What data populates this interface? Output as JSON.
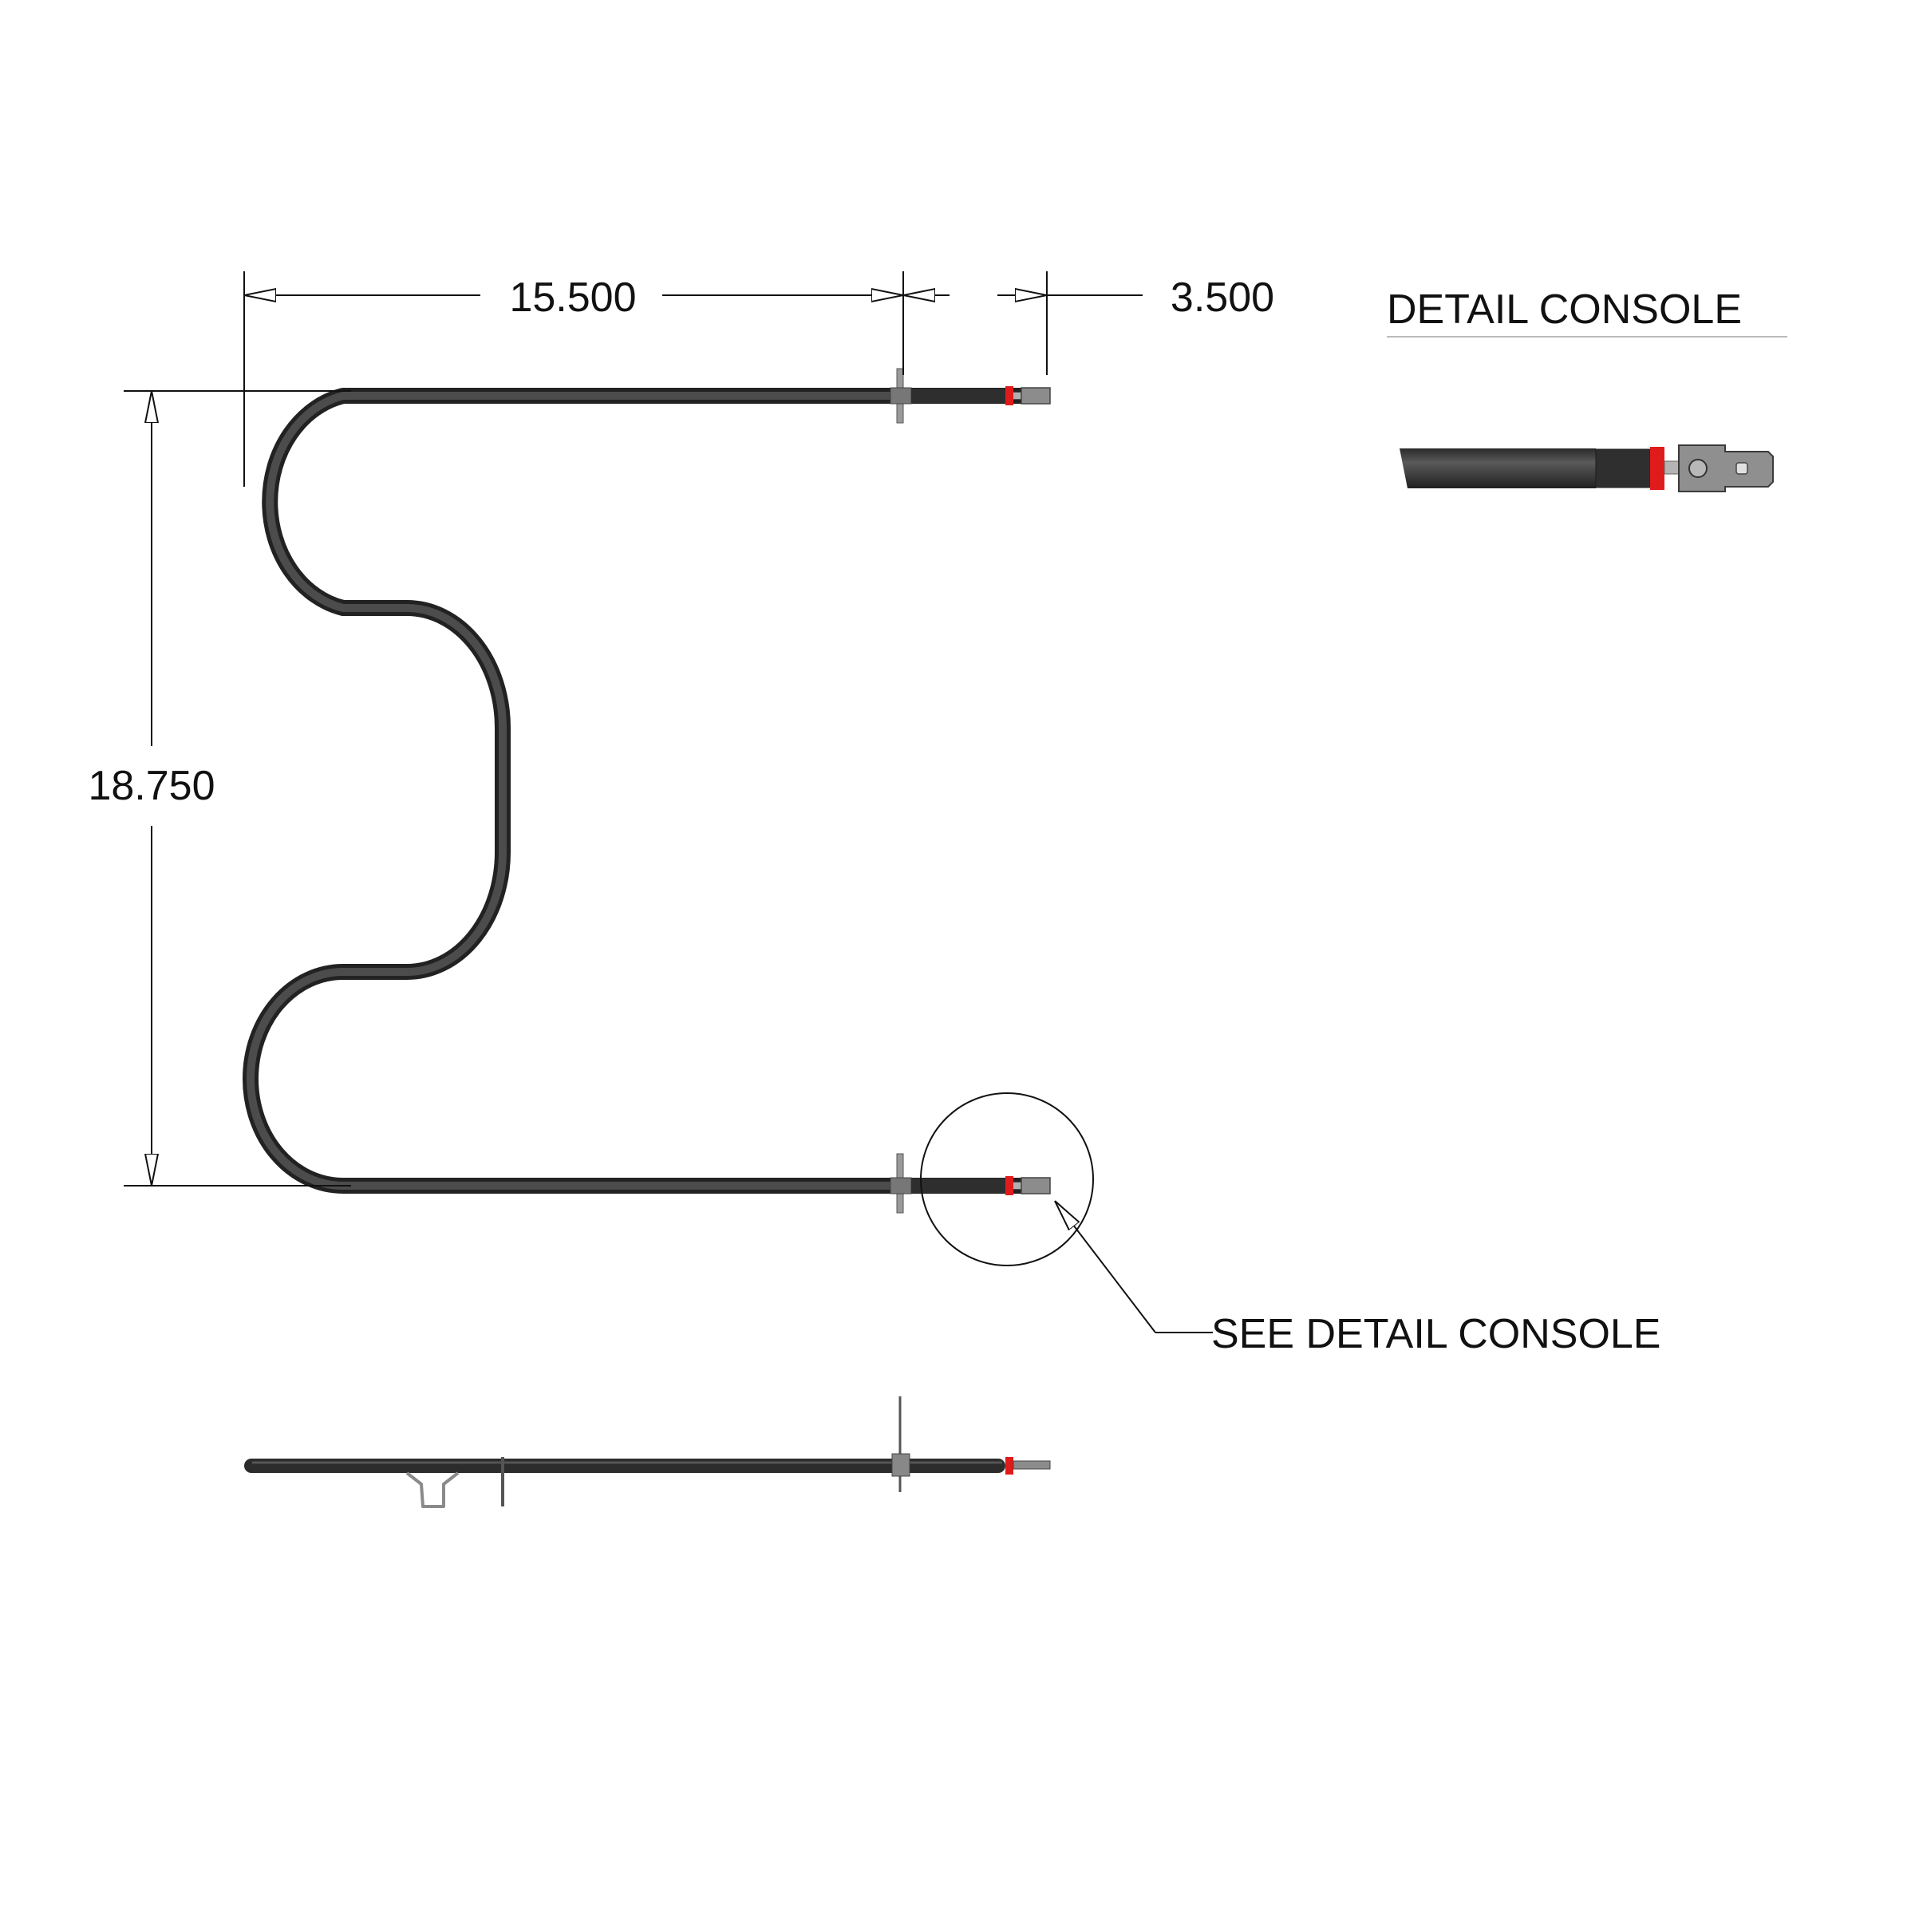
{
  "dimensions": {
    "width_main": "15.500",
    "width_terminal": "3.500",
    "height": "18.750"
  },
  "labels": {
    "detail_title": "DETAIL CONSOLE",
    "callout": "SEE DETAIL CONSOLE"
  },
  "colors": {
    "element": "#3c3c3c",
    "element_highlight": "#5a5a5a",
    "insulator": "#e01b1b",
    "terminal": "#8c8c8c",
    "line": "#111111"
  }
}
